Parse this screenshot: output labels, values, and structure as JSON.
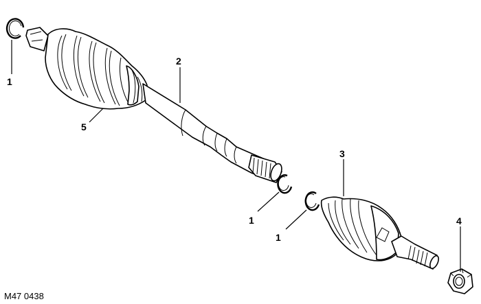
{
  "diagram": {
    "figure_ref": "M47 0438",
    "callouts": {
      "c1a": "1",
      "c1b": "1",
      "c1c": "1",
      "c2": "2",
      "c3": "3",
      "c4": "4",
      "c5": "5"
    }
  }
}
